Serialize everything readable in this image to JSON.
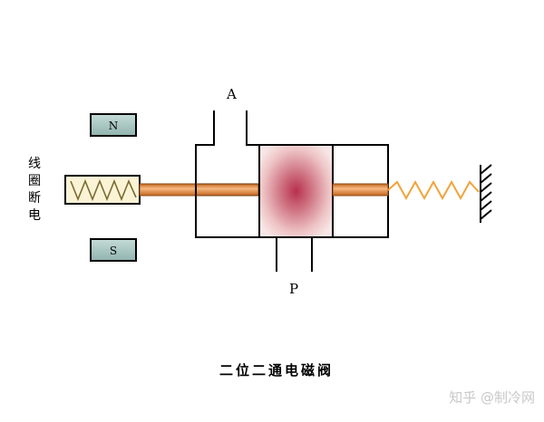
{
  "diagram": {
    "port_a_label": "A",
    "port_p_label": "P",
    "coil_label_chars": [
      "线",
      "圈",
      "断",
      "电"
    ],
    "magnet_north_label": "N",
    "magnet_south_label": "S",
    "caption": "二位二通电磁阀",
    "watermark": "知乎 @制冷网"
  },
  "colors": {
    "line": "#000000",
    "magnet_fill": "#a9c7c3",
    "coil_fill": "#fbf3d6",
    "coil_spring": "#70622e",
    "rod_fill": "#e07a2a",
    "rod_highlight": "#f4b27c",
    "spring": "#f0a33a",
    "spool_center": "#c0405a",
    "spool_edge": "#f4dede"
  }
}
